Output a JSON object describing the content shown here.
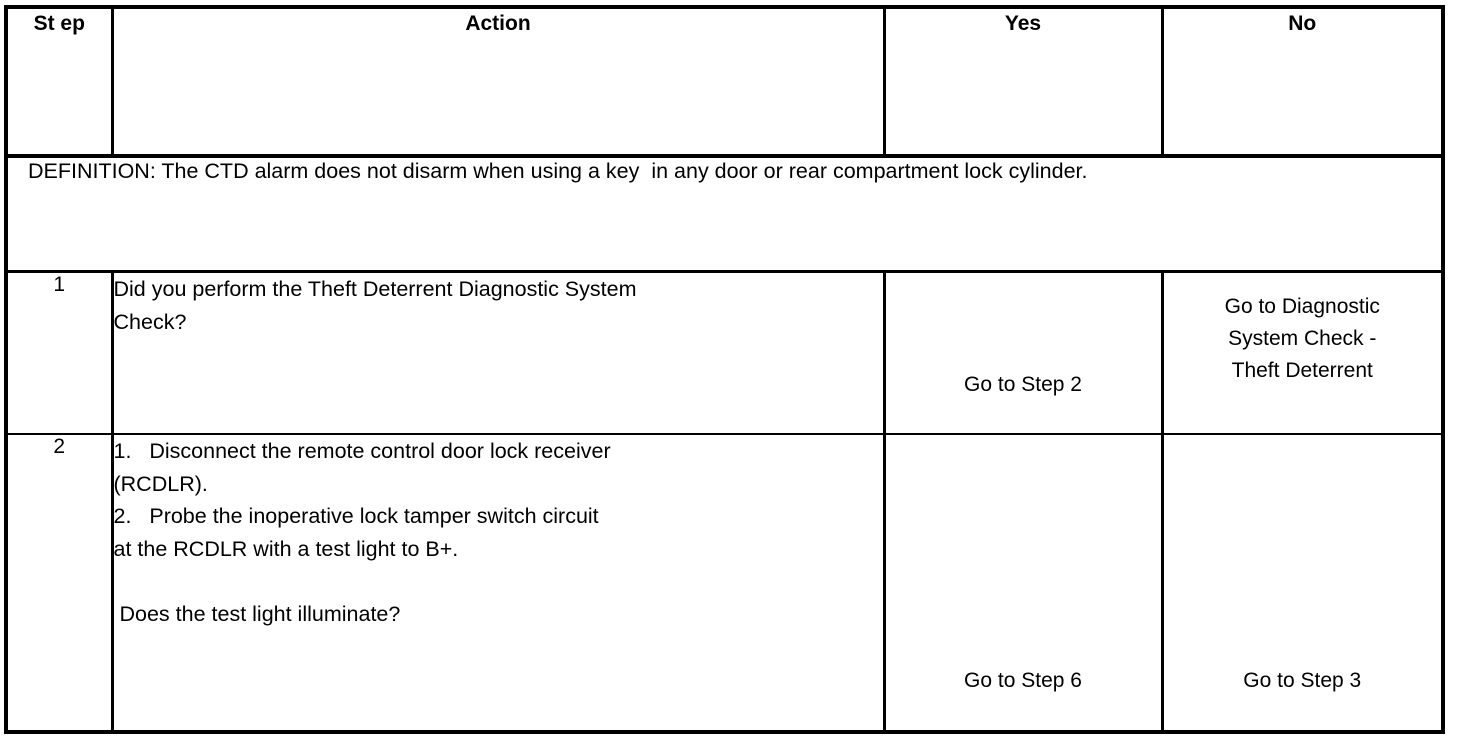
{
  "table": {
    "columns": [
      {
        "key": "step",
        "label": "St\nep"
      },
      {
        "key": "action",
        "label": "Action"
      },
      {
        "key": "yes",
        "label": "Yes"
      },
      {
        "key": "no",
        "label": "No"
      }
    ],
    "definition": "DEFINITION: The CTD alarm does not disarm when using a key  in any door or rear compartment lock cylinder.",
    "rows": [
      {
        "step": "1",
        "action_lines": [
          "Did you perform the Theft Deterrent Diagnostic System",
          "Check?"
        ],
        "yes_lines": [
          "Go to Step 2"
        ],
        "no_lines": [
          "Go to Diagnostic",
          "System Check -",
          "Theft Deterrent"
        ]
      },
      {
        "step": "2",
        "action_lines": [
          "1.   Disconnect the remote control door lock receiver",
          "(RCDLR).",
          "2.   Probe the inoperative lock tamper switch circuit",
          "at the RCDLR with a test light to B+.",
          "",
          " Does the test light illuminate?"
        ],
        "yes_lines": [
          "Go to Step 6"
        ],
        "no_lines": [
          "Go to Step 3"
        ]
      }
    ]
  },
  "colors": {
    "border": "#000000",
    "background": "#ffffff",
    "text": "#000000"
  }
}
